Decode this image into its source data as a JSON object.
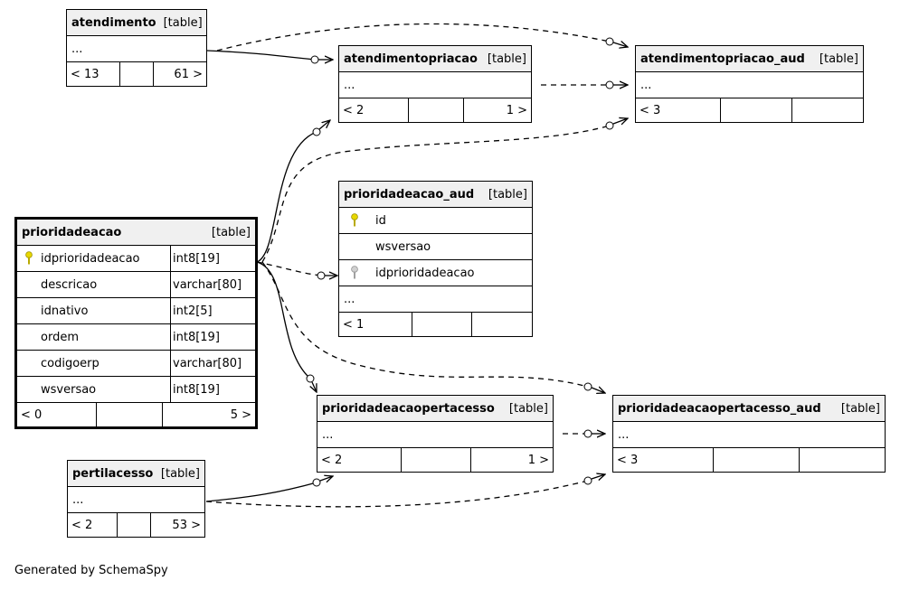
{
  "footer_note": "Generated by SchemaSpy",
  "tables": {
    "atendimento": {
      "name": "atendimento",
      "type_label": "[table]",
      "ellipsis": "...",
      "children": "< 13",
      "parents": "61 >"
    },
    "atendimentopriacao": {
      "name": "atendimentopriacao",
      "type_label": "[table]",
      "ellipsis": "...",
      "children": "< 2",
      "parents": "1 >"
    },
    "atendimentopriacao_aud": {
      "name": "atendimentopriacao_aud",
      "type_label": "[table]",
      "ellipsis": "...",
      "children": "< 3",
      "parents": ""
    },
    "prioridadeacao_aud": {
      "name": "prioridadeacao_aud",
      "type_label": "[table]",
      "columns": [
        {
          "name": "id",
          "key": "primary"
        },
        {
          "name": "wsversao",
          "key": ""
        },
        {
          "name": "idprioridadeacao",
          "key": "foreign"
        }
      ],
      "ellipsis": "...",
      "children": "< 1",
      "parents": ""
    },
    "prioridadeacao": {
      "name": "prioridadeacao",
      "type_label": "[table]",
      "columns": [
        {
          "name": "idprioridadeacao",
          "type": "int8[19]",
          "key": "primary"
        },
        {
          "name": "descricao",
          "type": "varchar[80]",
          "key": ""
        },
        {
          "name": "idnativo",
          "type": "int2[5]",
          "key": ""
        },
        {
          "name": "ordem",
          "type": "int8[19]",
          "key": ""
        },
        {
          "name": "codigoerp",
          "type": "varchar[80]",
          "key": ""
        },
        {
          "name": "wsversao",
          "type": "int8[19]",
          "key": ""
        }
      ],
      "children": "< 0",
      "parents": "5 >"
    },
    "prioridadeacaoperfacesso": {
      "name": "prioridadeacaopertacesso",
      "type_label": "[table]",
      "ellipsis": "...",
      "children": "< 2",
      "parents": "1 >"
    },
    "prioridadeacaoperfacesso_aud": {
      "name": "prioridadeacaopertacesso_aud",
      "type_label": "[table]",
      "ellipsis": "...",
      "children": "< 3",
      "parents": ""
    },
    "perfilacesso": {
      "name": "pertilacesso",
      "type_label": "[table]",
      "ellipsis": "...",
      "children": "< 2",
      "parents": "53 >"
    }
  },
  "colors": {
    "line": "#000000",
    "header_bg": "#f0f0f0",
    "primary_key": "#e8d800",
    "foreign_key": "#b0b0b0"
  }
}
